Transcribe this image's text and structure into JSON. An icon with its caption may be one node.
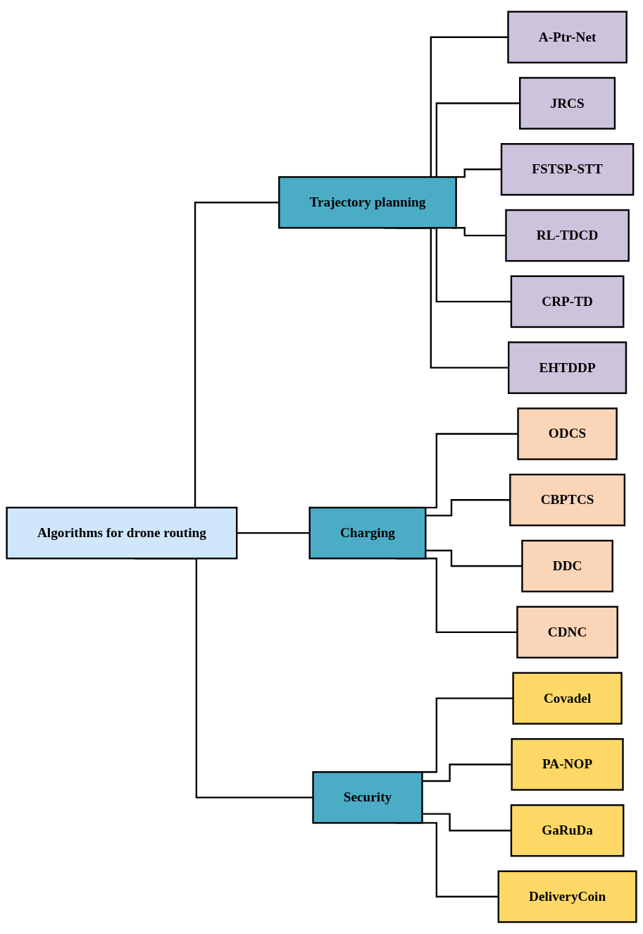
{
  "diagram": {
    "nodes": [
      {
        "text": [
          "Algorithms for drone routing"
        ]
      },
      {
        "text": [
          "Trajectory planning"
        ]
      },
      {
        "text": [
          "A-Ptr-Net"
        ]
      },
      {
        "text": [
          "JRCS"
        ]
      },
      {
        "text": [
          "FSTSP-STT"
        ]
      },
      {
        "text": [
          "RL-TDCD"
        ]
      },
      {
        "text": [
          "CRP-TD"
        ]
      },
      {
        "text": [
          "EHTDDP"
        ]
      },
      {
        "text": [
          "Charging"
        ]
      },
      {
        "text": [
          "ODCS"
        ]
      },
      {
        "text": [
          "CBPTCS"
        ]
      },
      {
        "text": [
          "DDC"
        ]
      },
      {
        "text": [
          "CDNC"
        ]
      },
      {
        "text": [
          "Security"
        ]
      },
      {
        "text": [
          "Covadel"
        ]
      },
      {
        "text": [
          "PA-NOP"
        ]
      },
      {
        "text": [
          "GaRuDa"
        ]
      },
      {
        "text": [
          "DeliveryCoin"
        ]
      }
    ],
    "edges": [
      {
        "from": 0,
        "to": 1,
        "arrow": "none"
      },
      {
        "from": 0,
        "to": 8,
        "arrow": "none"
      },
      {
        "from": 0,
        "to": 13,
        "arrow": "none"
      },
      {
        "from": 1,
        "to": 2,
        "arrow": "none"
      },
      {
        "from": 1,
        "to": 3,
        "arrow": "none"
      },
      {
        "from": 1,
        "to": 4,
        "arrow": "none"
      },
      {
        "from": 1,
        "to": 5,
        "arrow": "none"
      },
      {
        "from": 1,
        "to": 6,
        "arrow": "none"
      },
      {
        "from": 1,
        "to": 7,
        "arrow": "none"
      },
      {
        "from": 8,
        "to": 9,
        "arrow": "none"
      },
      {
        "from": 8,
        "to": 10,
        "arrow": "none"
      },
      {
        "from": 8,
        "to": 11,
        "arrow": "none"
      },
      {
        "from": 8,
        "to": 12,
        "arrow": "none"
      },
      {
        "from": 13,
        "to": 14,
        "arrow": "none"
      },
      {
        "from": 13,
        "to": 15,
        "arrow": "none"
      },
      {
        "from": 13,
        "to": 16,
        "arrow": "none"
      },
      {
        "from": 13,
        "to": 17,
        "arrow": "none"
      }
    ]
  }
}
